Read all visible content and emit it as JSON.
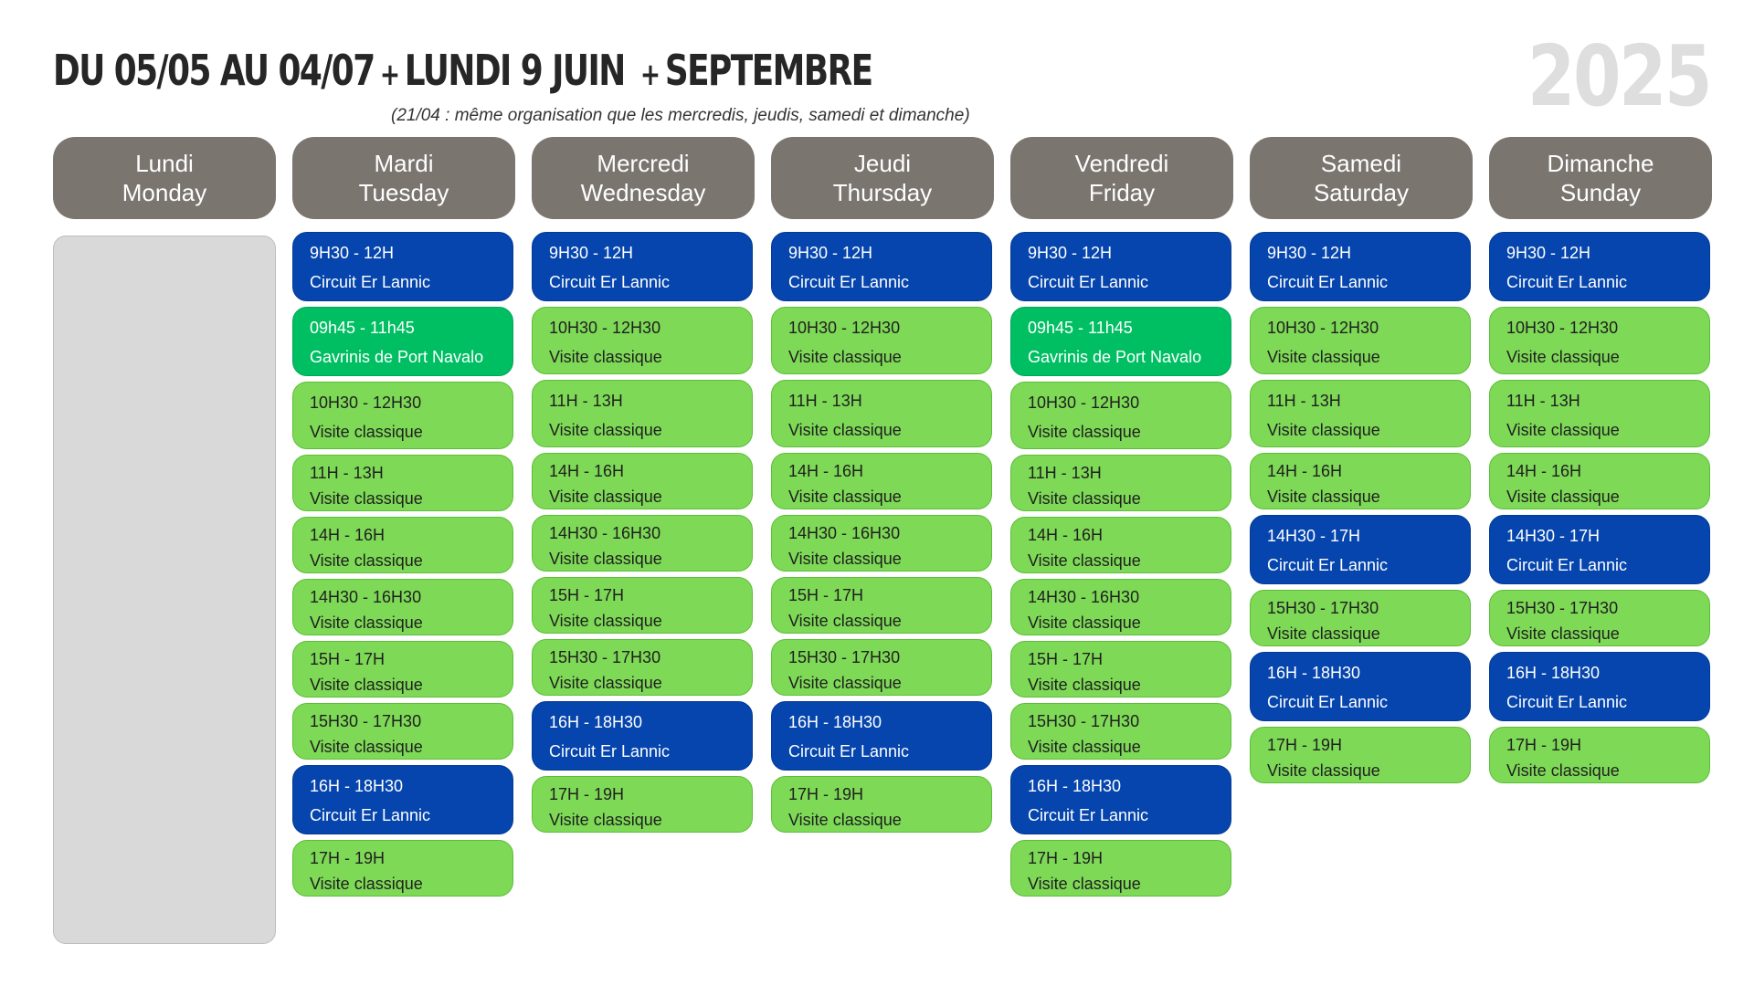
{
  "header": {
    "title_part1": "DU 05/05 AU 04/07",
    "title_part2": "LUNDI 9 JUIN",
    "title_part3": "SEPTEMBRE",
    "plus": "+",
    "subtitle": "(21/04 : même organisation que les mercredis, jeudis, samedi et dimanche)",
    "year": "2025"
  },
  "colors": {
    "blue": "#0545ad",
    "green": "#7ed957",
    "teal": "#00bf63",
    "header_gray": "#7b7570",
    "empty_gray": "#d9d9d9"
  },
  "days": [
    {
      "fr": "Lundi",
      "en": "Monday",
      "slots": []
    },
    {
      "fr": "Mardi",
      "en": "Tuesday",
      "slots": [
        {
          "time": "9H30 - 12H",
          "name": "Circuit Er Lannic",
          "color": "blue"
        },
        {
          "time": "09h45 - 11h45",
          "name": "Gavrinis de Port Navalo",
          "color": "teal"
        },
        {
          "time": "10H30 - 12H30",
          "name": "Visite classique",
          "color": "green"
        },
        {
          "time": "11H - 13H",
          "name": "Visite classique",
          "color": "green"
        },
        {
          "time": "14H - 16H",
          "name": "Visite classique",
          "color": "green"
        },
        {
          "time": "14H30 - 16H30",
          "name": "Visite classique",
          "color": "green"
        },
        {
          "time": "15H - 17H",
          "name": "Visite classique",
          "color": "green"
        },
        {
          "time": "15H30 - 17H30",
          "name": "Visite classique",
          "color": "green"
        },
        {
          "time": "16H - 18H30",
          "name": "Circuit Er Lannic",
          "color": "blue"
        },
        {
          "time": "17H - 19H",
          "name": "Visite classique",
          "color": "green"
        }
      ]
    },
    {
      "fr": "Mercredi",
      "en": "Wednesday",
      "slots": [
        {
          "time": "9H30 - 12H",
          "name": "Circuit Er Lannic",
          "color": "blue"
        },
        {
          "time": "10H30 - 12H30",
          "name": "Visite classique",
          "color": "green"
        },
        {
          "time": "11H - 13H",
          "name": "Visite classique",
          "color": "green"
        },
        {
          "time": "14H - 16H",
          "name": "Visite classique",
          "color": "green"
        },
        {
          "time": "14H30 - 16H30",
          "name": "Visite classique",
          "color": "green"
        },
        {
          "time": "15H - 17H",
          "name": "Visite classique",
          "color": "green"
        },
        {
          "time": "15H30 - 17H30",
          "name": "Visite classique",
          "color": "green"
        },
        {
          "time": "16H - 18H30",
          "name": "Circuit Er Lannic",
          "color": "blue"
        },
        {
          "time": "17H - 19H",
          "name": "Visite classique",
          "color": "green"
        }
      ]
    },
    {
      "fr": "Jeudi",
      "en": "Thursday",
      "slots": [
        {
          "time": "9H30 - 12H",
          "name": "Circuit Er Lannic",
          "color": "blue"
        },
        {
          "time": "10H30 - 12H30",
          "name": "Visite classique",
          "color": "green"
        },
        {
          "time": "11H - 13H",
          "name": "Visite classique",
          "color": "green"
        },
        {
          "time": "14H - 16H",
          "name": "Visite classique",
          "color": "green"
        },
        {
          "time": "14H30 - 16H30",
          "name": "Visite classique",
          "color": "green"
        },
        {
          "time": "15H - 17H",
          "name": "Visite classique",
          "color": "green"
        },
        {
          "time": "15H30 - 17H30",
          "name": "Visite classique",
          "color": "green"
        },
        {
          "time": "16H - 18H30",
          "name": "Circuit Er Lannic",
          "color": "blue"
        },
        {
          "time": "17H - 19H",
          "name": "Visite classique",
          "color": "green"
        }
      ]
    },
    {
      "fr": "Vendredi",
      "en": "Friday",
      "slots": [
        {
          "time": "9H30 - 12H",
          "name": "Circuit Er Lannic",
          "color": "blue"
        },
        {
          "time": "09h45 - 11h45",
          "name": "Gavrinis de Port Navalo",
          "color": "teal"
        },
        {
          "time": "10H30 - 12H30",
          "name": "Visite classique",
          "color": "green"
        },
        {
          "time": "11H - 13H",
          "name": "Visite classique",
          "color": "green"
        },
        {
          "time": "14H - 16H",
          "name": "Visite classique",
          "color": "green"
        },
        {
          "time": "14H30 - 16H30",
          "name": "Visite classique",
          "color": "green"
        },
        {
          "time": "15H - 17H",
          "name": "Visite classique",
          "color": "green"
        },
        {
          "time": "15H30 - 17H30",
          "name": "Visite classique",
          "color": "green"
        },
        {
          "time": "16H - 18H30",
          "name": "Circuit Er Lannic",
          "color": "blue"
        },
        {
          "time": "17H - 19H",
          "name": "Visite classique",
          "color": "green"
        }
      ]
    },
    {
      "fr": "Samedi",
      "en": "Saturday",
      "slots": [
        {
          "time": "9H30 - 12H",
          "name": "Circuit Er Lannic",
          "color": "blue"
        },
        {
          "time": "10H30 - 12H30",
          "name": "Visite classique",
          "color": "green"
        },
        {
          "time": "11H - 13H",
          "name": "Visite classique",
          "color": "green"
        },
        {
          "time": "14H - 16H",
          "name": "Visite classique",
          "color": "green"
        },
        {
          "time": "14H30 - 17H",
          "name": "Circuit Er Lannic",
          "color": "blue"
        },
        {
          "time": "15H30 - 17H30",
          "name": "Visite classique",
          "color": "green"
        },
        {
          "time": "16H - 18H30",
          "name": "Circuit Er Lannic",
          "color": "blue"
        },
        {
          "time": "17H - 19H",
          "name": "Visite classique",
          "color": "green"
        }
      ]
    },
    {
      "fr": "Dimanche",
      "en": "Sunday",
      "slots": [
        {
          "time": "9H30 - 12H",
          "name": "Circuit Er Lannic",
          "color": "blue"
        },
        {
          "time": "10H30 - 12H30",
          "name": "Visite classique",
          "color": "green"
        },
        {
          "time": "11H - 13H",
          "name": "Visite classique",
          "color": "green"
        },
        {
          "time": "14H - 16H",
          "name": "Visite classique",
          "color": "green"
        },
        {
          "time": "14H30 - 17H",
          "name": "Circuit Er Lannic",
          "color": "blue"
        },
        {
          "time": "15H30 - 17H30",
          "name": "Visite classique",
          "color": "green"
        },
        {
          "time": "16H - 18H30",
          "name": "Circuit Er Lannic",
          "color": "blue"
        },
        {
          "time": "17H - 19H",
          "name": "Visite classique",
          "color": "green"
        }
      ]
    }
  ]
}
